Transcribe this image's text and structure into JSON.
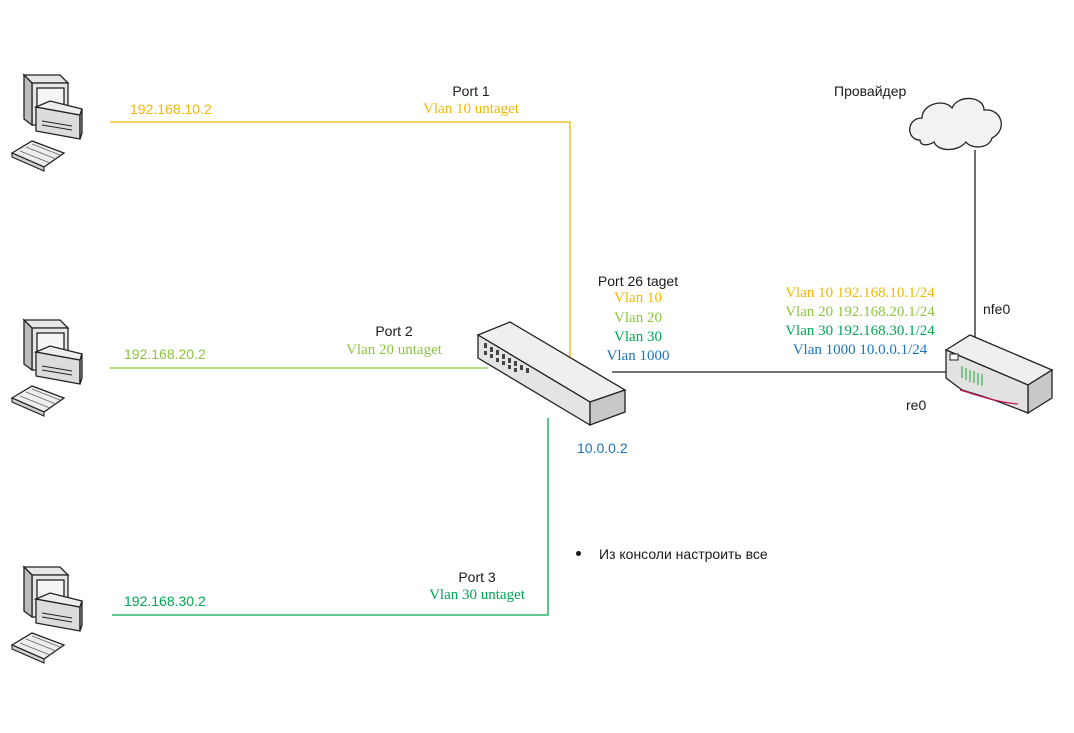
{
  "colors": {
    "vlan10": "#f2b800",
    "vlan20": "#8cc63f",
    "vlan30": "#00a651",
    "vlan1000": "#1b75bb",
    "line_dark": "#222222"
  },
  "icons": {
    "pc": "desktop-computer-icon",
    "switch": "network-switch-icon",
    "router": "router-icon",
    "cloud": "cloud-icon"
  },
  "pcs": [
    {
      "ip": "192.168.10.2"
    },
    {
      "ip": "192.168.20.2"
    },
    {
      "ip": "192.168.30.2"
    }
  ],
  "ports": [
    {
      "name": "Port 1",
      "vlan": "Vlan 10 untaget"
    },
    {
      "name": "Port 2",
      "vlan": "Vlan 20 untaget"
    },
    {
      "name": "Port 3",
      "vlan": "Vlan 30 untaget"
    }
  ],
  "trunk": {
    "name": "Port 26 taget",
    "vlans": [
      "Vlan 10",
      "Vlan 20",
      "Vlan 30",
      "Vlan 1000"
    ]
  },
  "switch": {
    "ip": "10.0.0.2"
  },
  "router": {
    "wan_if": "nfe0",
    "lan_if": "re0",
    "vlans": [
      "Vlan 10 192.168.10.1/24",
      "Vlan 20 192.168.20.1/24",
      "Vlan 30 192.168.30.1/24",
      "Vlan 1000 10.0.0.1/24"
    ]
  },
  "provider": {
    "label": "Провайдер"
  },
  "note": {
    "text": "Из консоли настроить все"
  }
}
